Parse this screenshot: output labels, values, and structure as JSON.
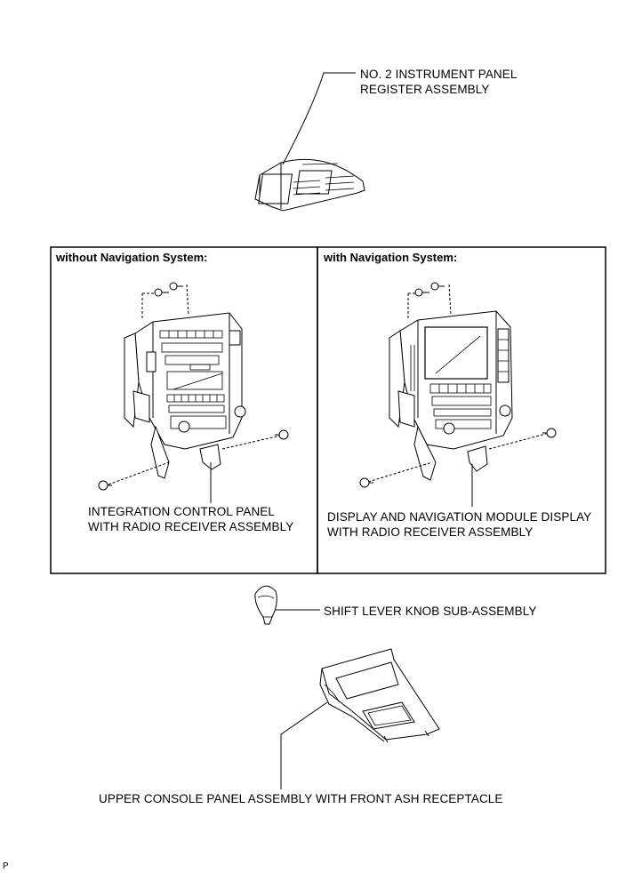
{
  "labels": {
    "register_line1": "NO. 2 INSTRUMENT PANEL",
    "register_line2": "REGISTER ASSEMBLY",
    "without_nav_title": "without Navigation System:",
    "with_nav_title": "with Navigation System:",
    "integration_line1": "INTEGRATION CONTROL PANEL",
    "integration_line2": "WITH RADIO RECEIVER ASSEMBLY",
    "display_line1": "DISPLAY AND NAVIGATION MODULE DISPLAY",
    "display_line2": "WITH RADIO RECEIVER ASSEMBLY",
    "shift_knob": "SHIFT LEVER KNOB SUB-ASSEMBLY",
    "upper_console": "UPPER CONSOLE PANEL ASSEMBLY WITH FRONT ASH RECEPTACLE",
    "corner_mark": "P"
  }
}
